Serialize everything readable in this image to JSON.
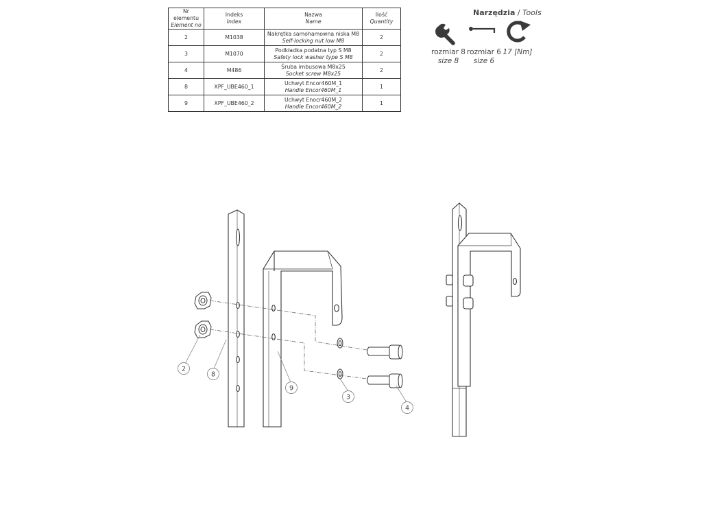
{
  "table": {
    "headers": [
      {
        "pl": "Nr elementu",
        "en": "Element no"
      },
      {
        "pl": "Indeks",
        "en": "Index"
      },
      {
        "pl": "Nazwa",
        "en": "Name"
      },
      {
        "pl": "Ilość",
        "en": "Quantity"
      }
    ],
    "rows": [
      {
        "no": "2",
        "index": "M1038",
        "name_pl": "Nakrętka samohamowna niska M8",
        "name_en": "Self-locking nut low M8",
        "qty": "2"
      },
      {
        "no": "3",
        "index": "M1070",
        "name_pl": "Podkładka podatna typ S M8",
        "name_en": "Safety lock washer type S M8",
        "qty": "2"
      },
      {
        "no": "4",
        "index": "M486",
        "name_pl": "Śruba imbusowa M8x25",
        "name_en": "Socket screw M8x25",
        "qty": "2"
      },
      {
        "no": "8",
        "index": "XPF_UBE460_1",
        "name_pl": "Uchwyt Encor460M_1",
        "name_en": "Handle Encor460M_1",
        "qty": "1"
      },
      {
        "no": "9",
        "index": "XPF_UBE460_2",
        "name_pl": "Uchwyt Enocr460M_2",
        "name_en": "Handle Encor460M_2",
        "qty": "1"
      }
    ]
  },
  "tools": {
    "title_pl": "Narzędzia",
    "separator": " / ",
    "title_en": "Tools",
    "items": [
      {
        "icon": "wrench-icon",
        "label_pl": "rozmiar 8",
        "label_en": "size 8"
      },
      {
        "icon": "hex-key-icon",
        "label_pl": "rozmiar 6",
        "label_en": "size 6"
      },
      {
        "icon": "torque-icon",
        "label": "17 [Nm]"
      }
    ]
  },
  "callouts": [
    "2",
    "8",
    "9",
    "3",
    "4"
  ]
}
